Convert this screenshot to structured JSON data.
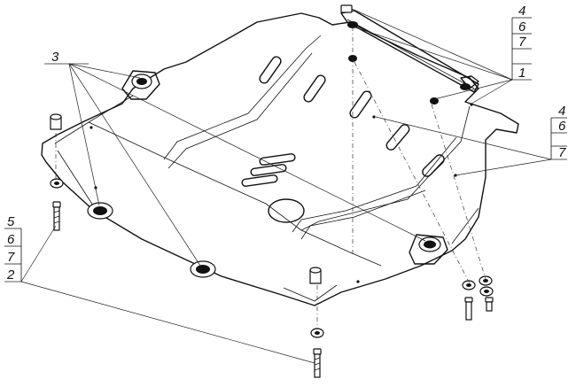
{
  "callouts": {
    "top_right": [
      "4",
      "6",
      "7",
      "1"
    ],
    "mid_right": [
      "4",
      "6",
      "7"
    ],
    "top_left": [
      "3"
    ],
    "left": [
      "5",
      "6",
      "7",
      "2"
    ]
  }
}
